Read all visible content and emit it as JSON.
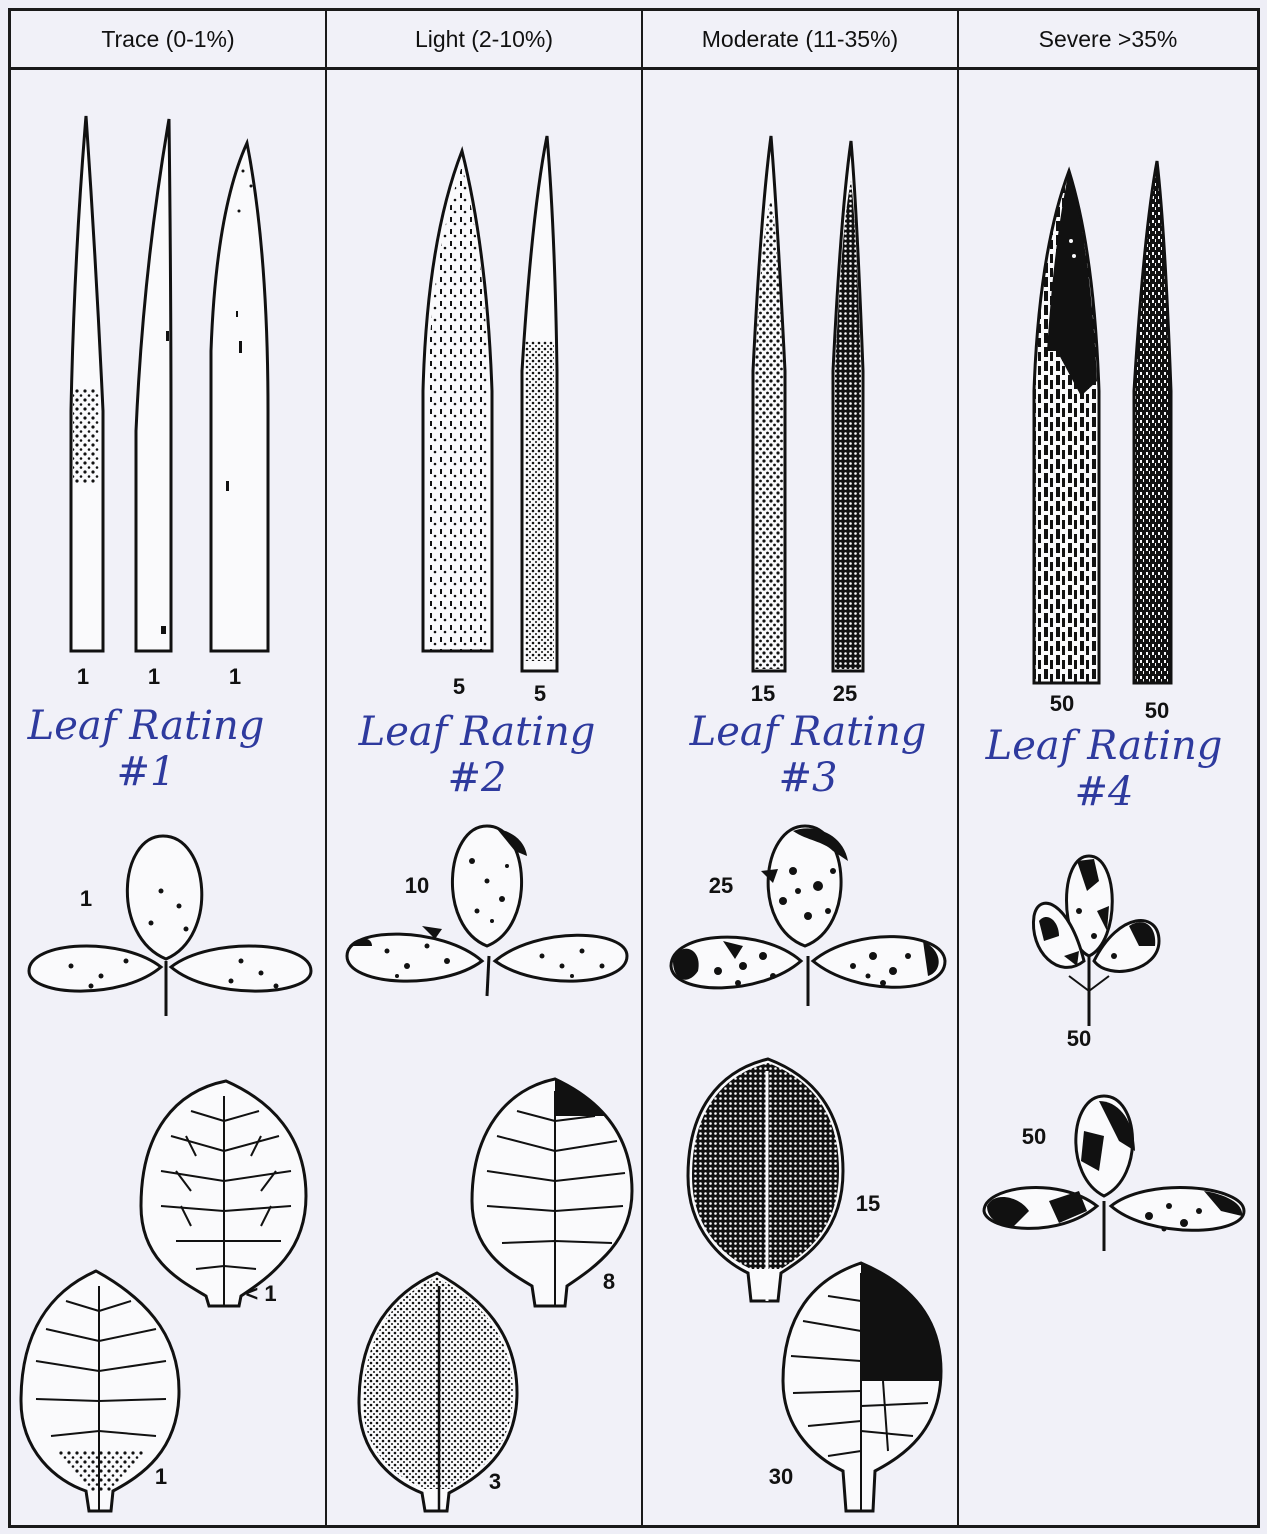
{
  "columns": [
    {
      "header": "Trace (0-1%)",
      "grass_labels": [
        "1",
        "1",
        "1"
      ],
      "handwritten": {
        "line1": "Leaf Rating",
        "line2": "#1"
      },
      "trifoliate_label": "1",
      "single_leaf_labels": [
        "< 1",
        "1"
      ]
    },
    {
      "header": "Light (2-10%)",
      "grass_labels": [
        "5",
        "5"
      ],
      "handwritten": {
        "line1": "Leaf Rating",
        "line2": "#2"
      },
      "trifoliate_label": "10",
      "single_leaf_labels": [
        "8",
        "3"
      ]
    },
    {
      "header": "Moderate (11-35%)",
      "grass_labels": [
        "15",
        "25"
      ],
      "handwritten": {
        "line1": "Leaf Rating",
        "line2": "#3"
      },
      "trifoliate_label": "25",
      "single_leaf_labels": [
        "15",
        "30"
      ]
    },
    {
      "header": "Severe >35%",
      "grass_labels": [
        "50",
        "50"
      ],
      "handwritten": {
        "line1": "Leaf Rating",
        "line2": "#4"
      },
      "trifoliate_labels": [
        "50",
        "50"
      ]
    }
  ],
  "colors": {
    "ink": "#111111",
    "handwriting": "#2e3a9e",
    "paper": "#f1f1f8"
  }
}
